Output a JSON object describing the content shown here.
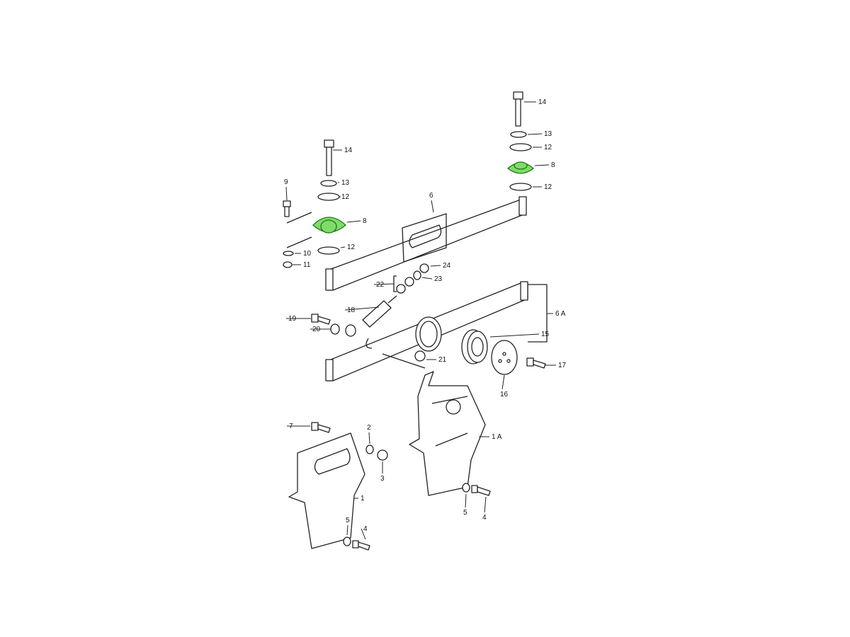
{
  "diagram": {
    "highlight_color": "#7fdc6a",
    "part_labels": [
      "14",
      "13",
      "12",
      "8",
      "12",
      "14",
      "13",
      "12",
      "9",
      "8",
      "12",
      "10",
      "11",
      "6",
      "24",
      "23",
      "22",
      "18",
      "19",
      "20",
      "6 A",
      "15",
      "21",
      "17",
      "16",
      "7",
      "2",
      "3",
      "1 A",
      "1",
      "5",
      "4",
      "5",
      "4"
    ],
    "highlighted_parts": [
      "8"
    ]
  }
}
